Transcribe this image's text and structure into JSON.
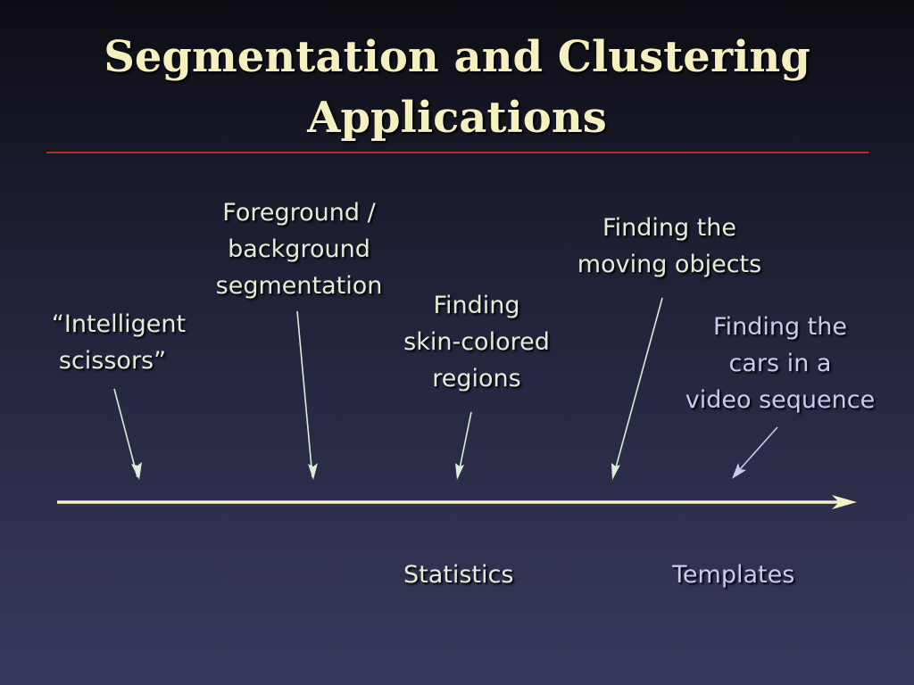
{
  "slide": {
    "title_lines": [
      "Segmentation and Clustering",
      "Applications"
    ],
    "labels": [
      {
        "lines": [
          "“Intelligent",
          "scissors”"
        ]
      },
      {
        "lines": [
          "Foreground /",
          "background",
          "segmentation"
        ]
      },
      {
        "lines": [
          "Finding",
          "skin-colored",
          "regions"
        ]
      },
      {
        "lines": [
          "Finding the",
          "moving objects"
        ]
      },
      {
        "lines": [
          "Finding the",
          "cars in a",
          "video sequence"
        ]
      }
    ],
    "axis": {
      "statistics_label": "Statistics",
      "templates_label": "Templates"
    },
    "colors": {
      "title": "#f6efbf",
      "rule": "#b0302c",
      "text_green": "#e3ecd6",
      "text_blue": "#c9c9f2",
      "axis_line": "#f4f1c6",
      "arrow_green": "#d8efd8",
      "arrow_blue": "#c9c9f2"
    }
  }
}
